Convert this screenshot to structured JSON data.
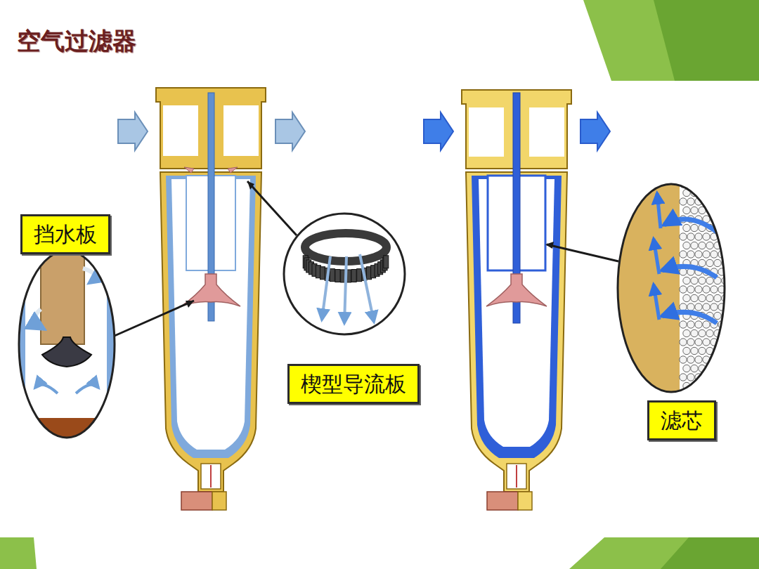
{
  "diagram": {
    "title": "空气过滤器",
    "nodes": [
      {
        "text": [
          "挡水板"
        ]
      },
      {
        "text": [
          "楔型导流板"
        ]
      },
      {
        "text": [
          "滤芯"
        ]
      }
    ]
  }
}
